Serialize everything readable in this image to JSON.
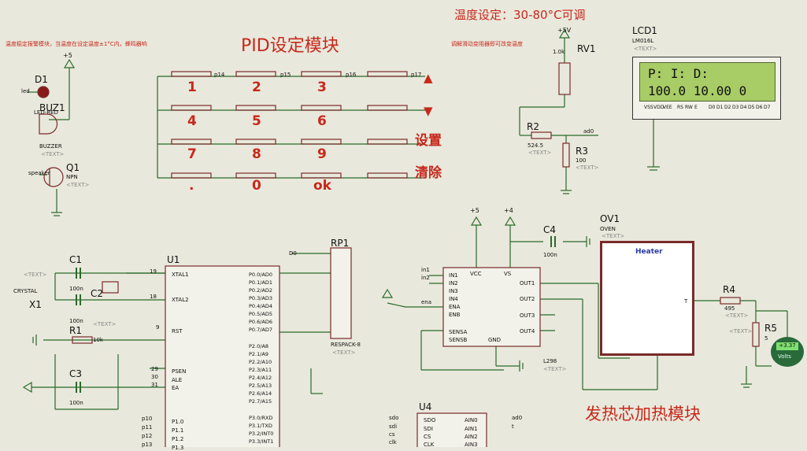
{
  "titles": {
    "pid_module": "PID设定模块",
    "temp_range": "温度设定：30-80°C可调",
    "heater_module": "发热芯加热模块"
  },
  "notes": {
    "alarm_note": "温度稳定报警模块，当温度在设定温度±1°C内，蜂鸣器响",
    "rv_note": "调解滑动变阻器即可改变温度"
  },
  "keypad": {
    "digits": [
      "1",
      "2",
      "3",
      "4",
      "5",
      "6",
      "7",
      "8",
      "9",
      ".",
      "0",
      "ok"
    ],
    "side_labels": [
      "▲",
      "▼",
      "设置",
      "清除"
    ],
    "pin_labels": [
      "p14",
      "p15",
      "p16",
      "p17"
    ]
  },
  "lcd": {
    "ref": "LCD1",
    "model": "LM016L",
    "text_tag": "<TEXT>",
    "line1": "P:      I:      D:",
    "line2": "100.0 10.00   0",
    "pins": [
      "VSS",
      "VDD",
      "VEE",
      "RS",
      "RW",
      "E",
      "D0",
      "D1",
      "D2",
      "D3",
      "D4",
      "D5",
      "D6",
      "D7"
    ]
  },
  "rv1": {
    "ref": "RV1",
    "supply": "+5V",
    "value": "1.0k"
  },
  "r2": {
    "ref": "R2",
    "value": "524.5",
    "net": "ad0"
  },
  "r3": {
    "ref": "R3",
    "value": "100"
  },
  "d1": {
    "ref": "D1",
    "part": "LED-RED",
    "net": "led"
  },
  "buzzer": {
    "ref": "BUZ1",
    "part": "BUZZER"
  },
  "q1": {
    "ref": "Q1",
    "part": "NPN",
    "net": "speaker"
  },
  "supply_plus5": "+5",
  "supply_plus4": "+4",
  "c1": {
    "ref": "C1",
    "value": "100n"
  },
  "c2": {
    "ref": "C2",
    "value": "100n"
  },
  "c3": {
    "ref": "C3",
    "value": "100n"
  },
  "crystal": {
    "ref": "X1",
    "part": "CRYSTAL"
  },
  "r1": {
    "ref": "R1",
    "value": "10k"
  },
  "u1": {
    "ref": "U1",
    "left_pins": [
      "XTAL1",
      "XTAL2",
      "RST",
      "PSEN",
      "ALE",
      "EA",
      "P1.0",
      "P1.1",
      "P1.2",
      "P1.3"
    ],
    "left_nums": [
      "19",
      "18",
      "9",
      "29",
      "30",
      "31"
    ],
    "right_pins": [
      "P0.0/AD0",
      "P0.1/AD1",
      "P0.2/AD2",
      "P0.3/AD3",
      "P0.4/AD4",
      "P0.5/AD5",
      "P0.6/AD6",
      "P0.7/AD7",
      "P2.0/A8",
      "P2.1/A9",
      "P2.2/A10",
      "P2.3/A11",
      "P2.4/A12",
      "P2.5/A13",
      "P2.6/A14",
      "P2.7/A15",
      "P3.0/RXD",
      "P3.1/TXD",
      "P3.2/INT0",
      "P3.3/INT1"
    ],
    "p1_nets": [
      "p10",
      "p11",
      "p12",
      "p13"
    ]
  },
  "rp1": {
    "ref": "RP1",
    "part": "RESPACK-8",
    "net": "D0"
  },
  "l298": {
    "ref": "L298",
    "left_pins": [
      "IN1",
      "IN2",
      "IN3",
      "IN4",
      "ENA",
      "ENB",
      "SENSA",
      "SENSB"
    ],
    "right_pins": [
      "OUT1",
      "OUT2",
      "OUT3",
      "OUT4"
    ],
    "top_pins": [
      "VCC",
      "VS"
    ],
    "gnd": "GND",
    "nets": [
      "in1",
      "in2",
      "ena"
    ]
  },
  "c4": {
    "ref": "C4",
    "value": "100n"
  },
  "oven": {
    "ref": "OV1",
    "part": "OVEN",
    "element": "Heater",
    "terminal": "T"
  },
  "r4": {
    "ref": "R4",
    "value": "495"
  },
  "r5": {
    "ref": "R5",
    "value": "5"
  },
  "voltmeter": {
    "reading": "+3.37",
    "unit": "Volts"
  },
  "u4": {
    "ref": "U4",
    "left_pins": [
      "SDO",
      "SDI",
      "CS",
      "CLK"
    ],
    "right_pins": [
      "AIN0",
      "AIN1",
      "AIN2",
      "AIN3"
    ],
    "nets": [
      "sdo",
      "sdi",
      "cs",
      "clk"
    ],
    "ain_nets": [
      "ad0",
      "t"
    ]
  },
  "text_tag": "<TEXT>",
  "colors": {
    "title_red": "#c8281c",
    "wire": "#2a6a2a",
    "part": "#7a2a2a",
    "lcd_screen": "#a8cc66"
  }
}
